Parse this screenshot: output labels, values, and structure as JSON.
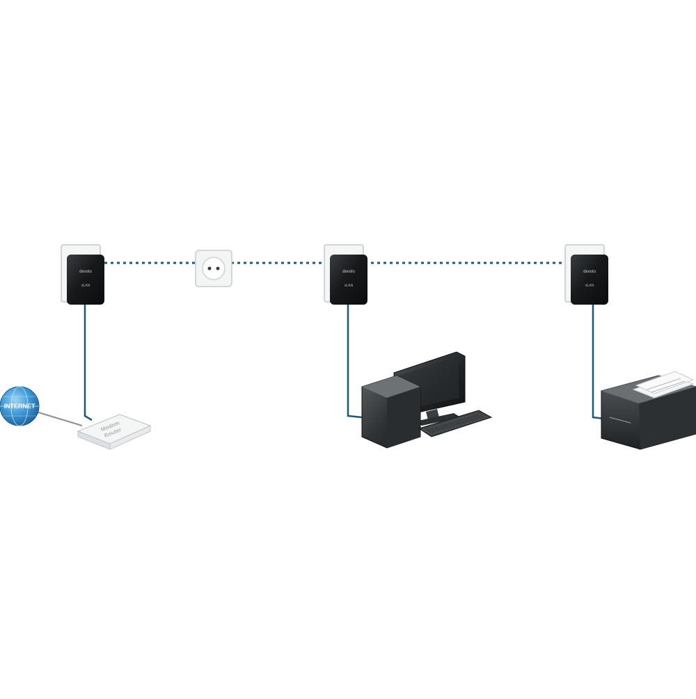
{
  "diagram": {
    "globe": {
      "label": "INTERNET"
    },
    "router": {
      "label_line1": "Modem",
      "label_line2": "Router"
    },
    "adapters": [
      {
        "brand": "devolo",
        "model": "dLAN"
      },
      {
        "brand": "devolo",
        "model": "dLAN"
      },
      {
        "brand": "devolo",
        "model": "dLAN"
      }
    ]
  },
  "colors": {
    "cable": "#1c5777",
    "powerline": "#1c5777",
    "adapter_body": "#17191b",
    "globe": "#2f8fd0"
  }
}
